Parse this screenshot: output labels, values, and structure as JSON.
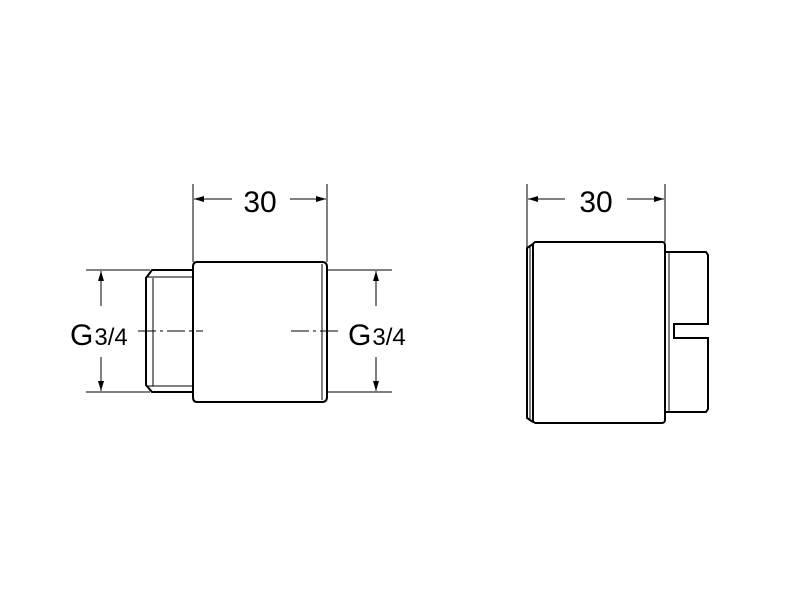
{
  "left_view": {
    "length_dimension": "30",
    "thread_left": {
      "base": "G",
      "fraction": "3/4"
    },
    "thread_right": {
      "base": "G",
      "fraction": "3/4"
    }
  },
  "right_view": {
    "length_dimension": "30"
  },
  "colors": {
    "line": "#000000",
    "background": "#ffffff"
  }
}
